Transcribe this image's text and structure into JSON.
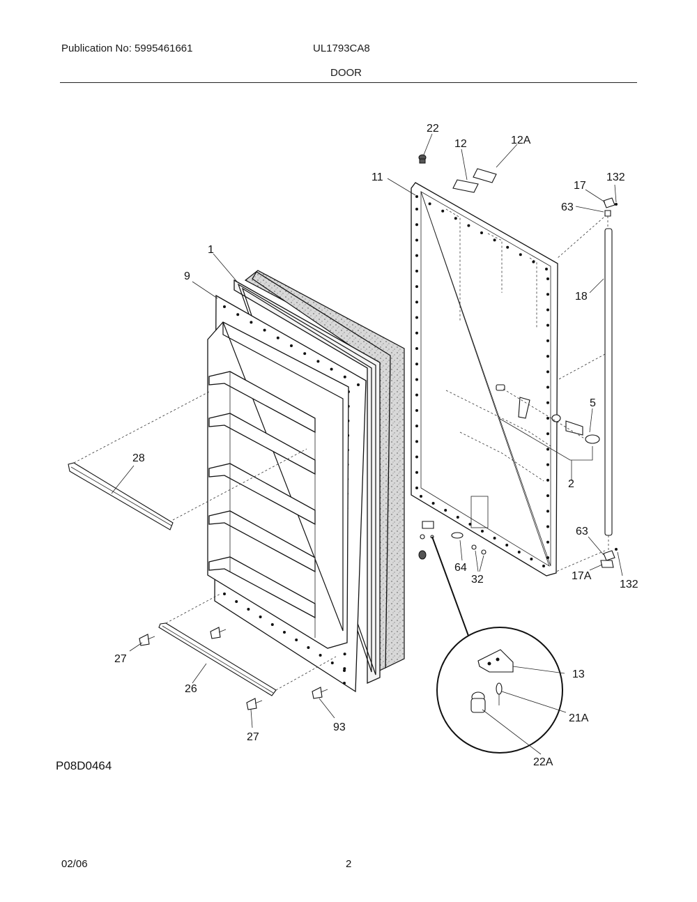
{
  "header": {
    "publication": "Publication No: 5995461661",
    "model": "UL1793CA8",
    "section": "DOOR"
  },
  "footer": {
    "figure_id": "P08D0464",
    "date": "02/06",
    "page": "2"
  },
  "callouts": {
    "c22": "22",
    "c12": "12",
    "c12a": "12A",
    "c11": "11",
    "c17": "17",
    "c132a": "132",
    "c63a": "63",
    "c18": "18",
    "c1": "1",
    "c9": "9",
    "c5": "5",
    "c28": "28",
    "c2": "2",
    "c63b": "63",
    "c64": "64",
    "c32": "32",
    "c17a": "17A",
    "c132b": "132",
    "c13": "13",
    "c27a": "27",
    "c26": "26",
    "c21a": "21A",
    "c93": "93",
    "c27b": "27",
    "c22a": "22A"
  }
}
